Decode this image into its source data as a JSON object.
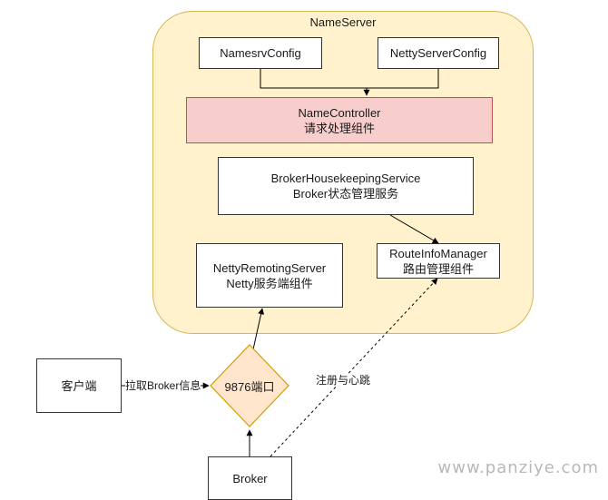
{
  "nameserver": {
    "title": "NameServer"
  },
  "nodes": {
    "namesrv_config": {
      "label": "NamesrvConfig"
    },
    "netty_server_config": {
      "label": "NettyServerConfig"
    },
    "name_controller": {
      "line1": "NameController",
      "line2": "请求处理组件"
    },
    "broker_housekeeping": {
      "line1": "BrokerHousekeepingService",
      "line2": "Broker状态管理服务"
    },
    "netty_remoting_server": {
      "line1": "NettyRemotingServer",
      "line2": "Netty服务端组件"
    },
    "route_info_manager": {
      "line1": "RouteInfoManager",
      "line2": "路由管理组件"
    },
    "port": {
      "label": "9876端口"
    },
    "client": {
      "label": "客户端"
    },
    "broker": {
      "label": "Broker"
    }
  },
  "edges": {
    "client_to_port": {
      "label": "拉取Broker信息"
    },
    "broker_to_route": {
      "label": "注册与心跳"
    }
  },
  "colors": {
    "container_fill": "#fff2cc",
    "container_border": "#d6b656",
    "controller_fill": "#f8cecc",
    "controller_border": "#b85450",
    "port_fill": "#ffe6cc",
    "port_border": "#d79b00"
  },
  "watermark": "www.panziye.com"
}
